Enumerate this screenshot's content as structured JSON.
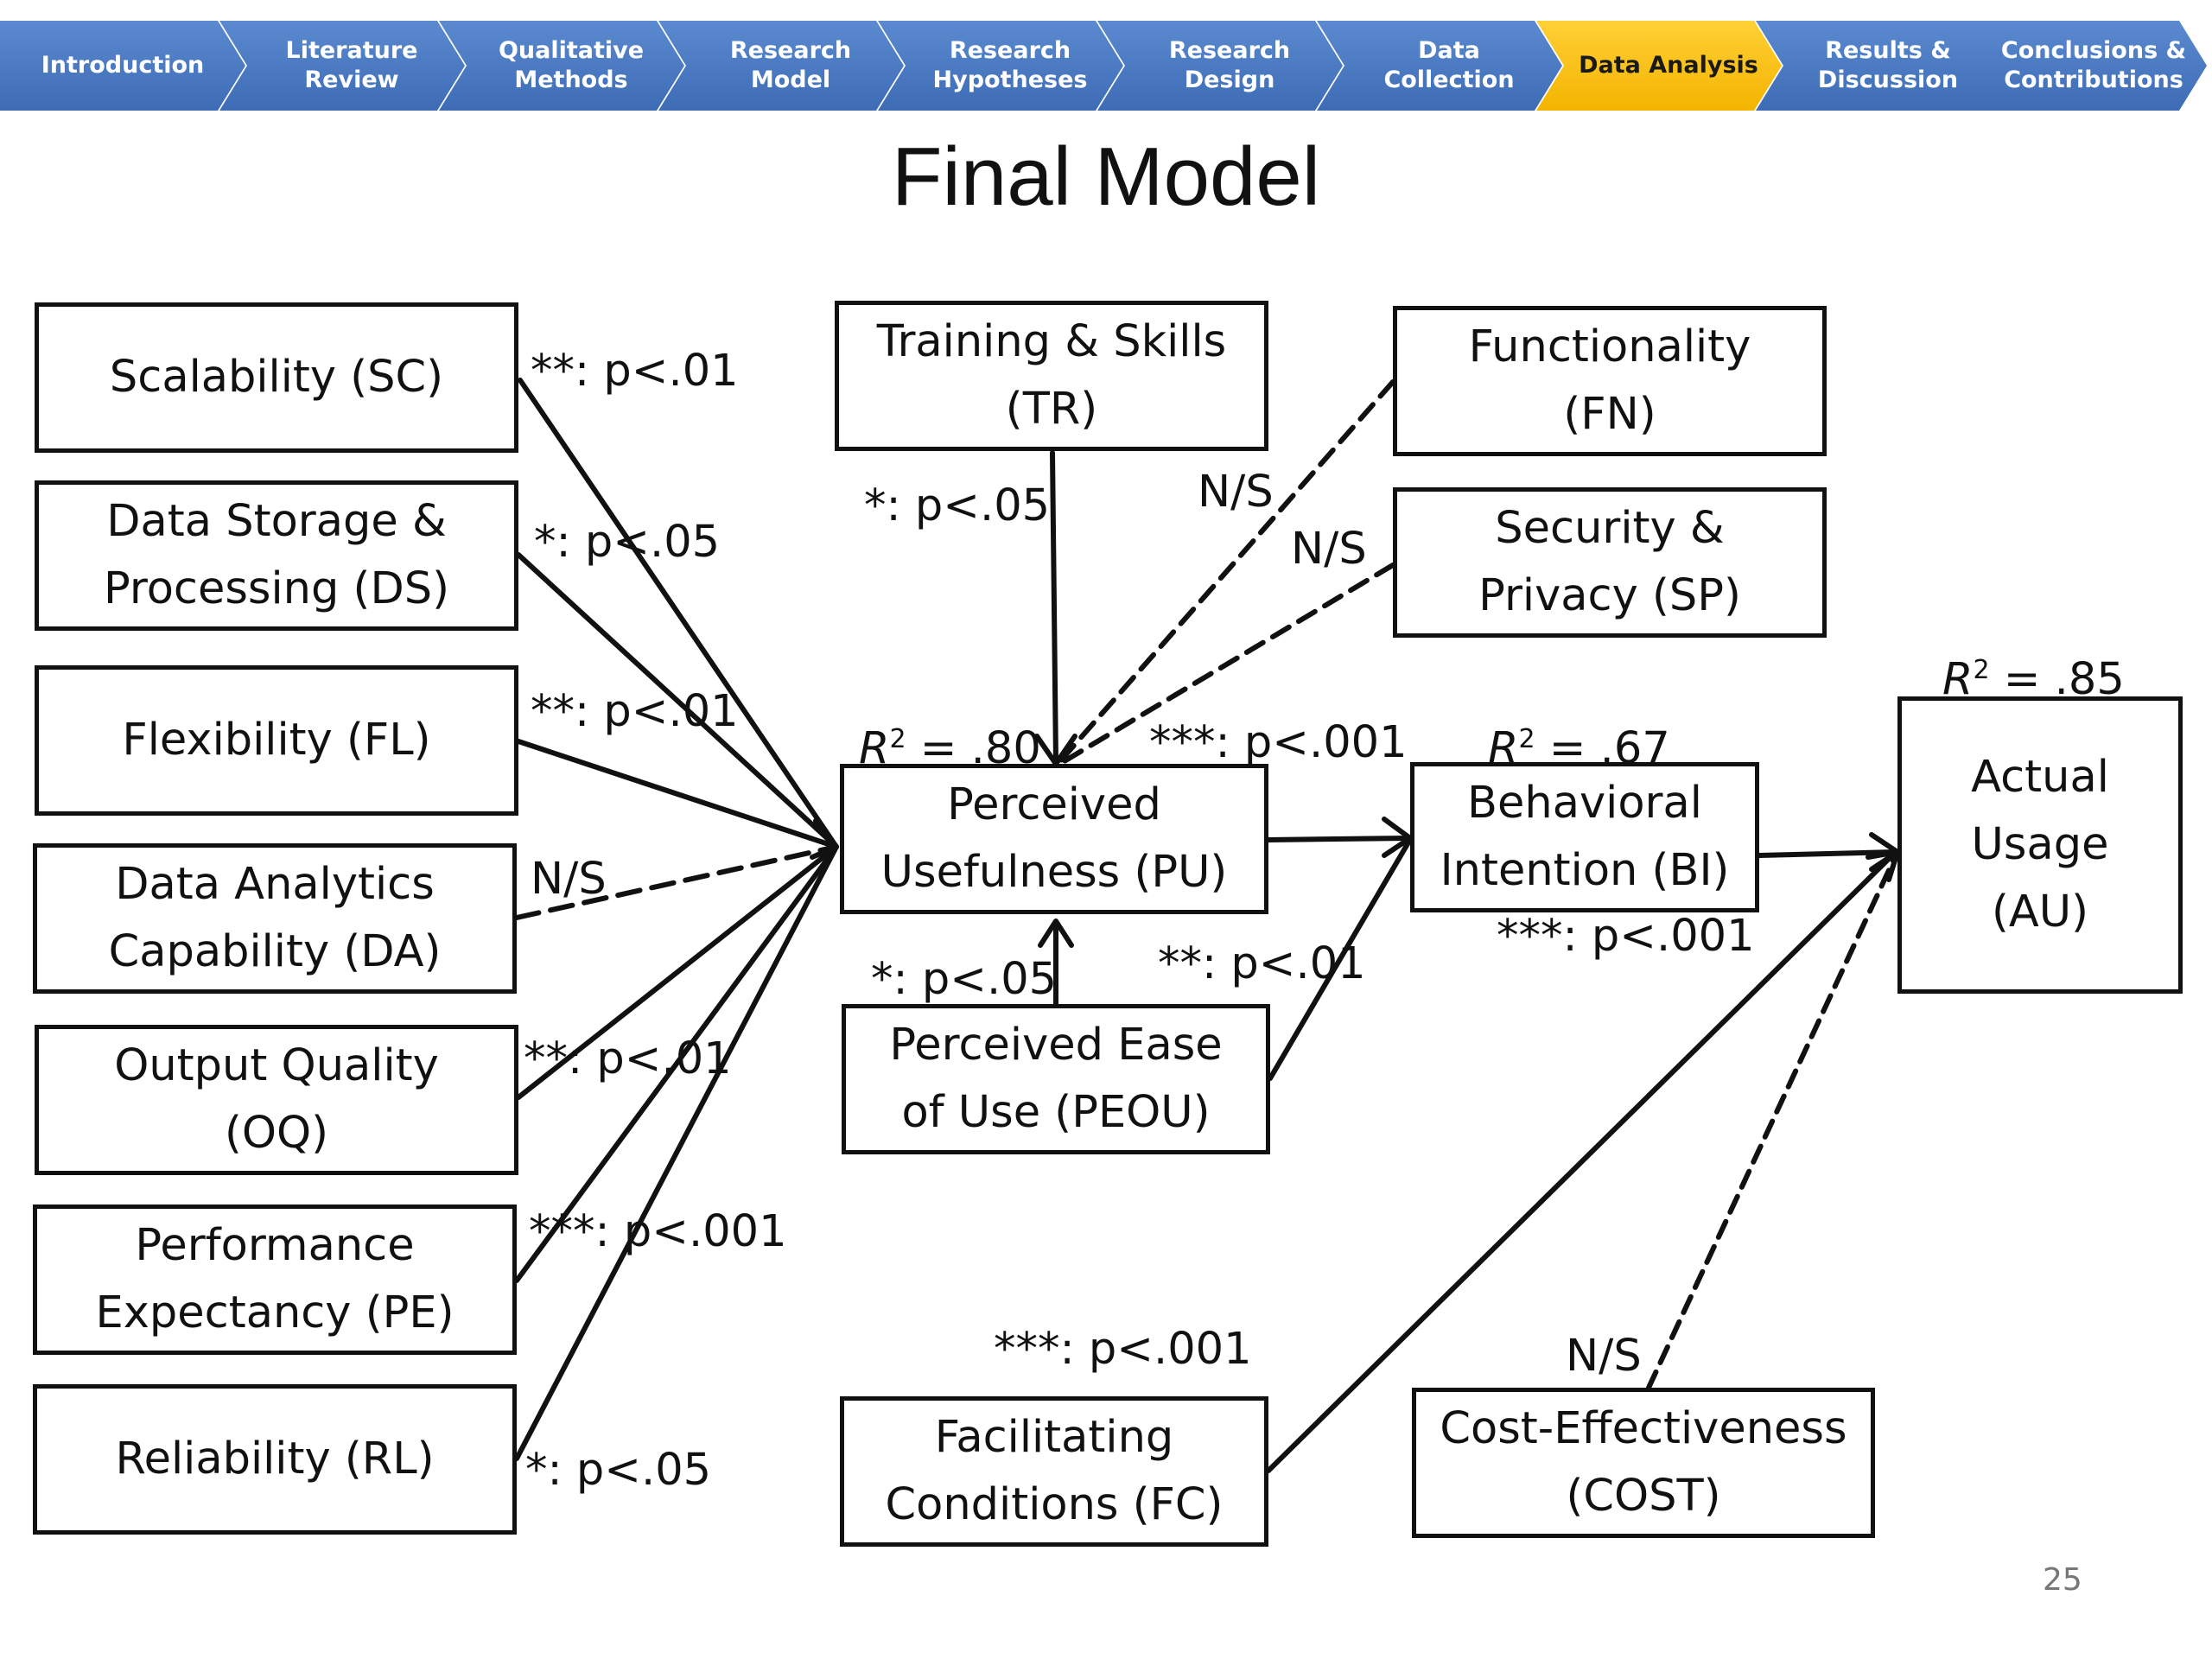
{
  "nav": {
    "steps": [
      {
        "label": "Introduction",
        "active": false
      },
      {
        "label": "Literature\nReview",
        "active": false
      },
      {
        "label": "Qualitative\nMethods",
        "active": false
      },
      {
        "label": "Research\nModel",
        "active": false
      },
      {
        "label": "Research\nHypotheses",
        "active": false
      },
      {
        "label": "Research\nDesign",
        "active": false
      },
      {
        "label": "Data\nCollection",
        "active": false
      },
      {
        "label": "Data Analysis",
        "active": true
      },
      {
        "label": "Results &\nDiscussion",
        "active": false
      },
      {
        "label": "Conclusions &\nContributions",
        "active": false
      }
    ]
  },
  "title": "Final Model",
  "nodes": {
    "sc": "Scalability (SC)",
    "ds": "Data Storage &\nProcessing (DS)",
    "fl": "Flexibility (FL)",
    "da": "Data Analytics\nCapability (DA)",
    "oq": "Output Quality\n(OQ)",
    "pe": "Performance\nExpectancy (PE)",
    "rl": "Reliability (RL)",
    "tr": "Training & Skills\n(TR)",
    "fn": "Functionality\n(FN)",
    "sp": "Security &\nPrivacy (SP)",
    "pu": "Perceived\nUsefulness (PU)",
    "peou": "Perceived Ease\nof Use (PEOU)",
    "bi": "Behavioral\nIntention (BI)",
    "au": "Actual\nUsage\n(AU)",
    "fc": "Facilitating\nConditions (FC)",
    "cost": "Cost-Effectiveness\n(COST)"
  },
  "path_labels": {
    "sc_pu": "**: p<.01",
    "ds_pu": "*: p<.05",
    "fl_pu": "**: p<.01",
    "da_pu": "N/S",
    "oq_pu": "**: p<.01",
    "pe_pu": "***: p<.001",
    "rl_pu": "*: p<.05",
    "tr_pu": "*: p<.05",
    "fn_pu": "N/S",
    "sp_pu": "N/S",
    "pu_bi": "***: p<.001",
    "peou_pu": "*: p<.05",
    "peou_bi": "**: p<.01",
    "bi_au": "***: p<.001",
    "fc_au": "***: p<.001",
    "cost_au": "N/S"
  },
  "r_squared": {
    "pu": {
      "symbol": "R",
      "sup": "2",
      "value": " = .80"
    },
    "bi": {
      "symbol": "R",
      "sup": "2",
      "value": " = .67"
    },
    "au": {
      "symbol": "R",
      "sup": "2",
      "value": " = .85"
    }
  },
  "paths": [
    {
      "id": "sc_pu",
      "style": "solid"
    },
    {
      "id": "ds_pu",
      "style": "solid"
    },
    {
      "id": "fl_pu",
      "style": "solid"
    },
    {
      "id": "da_pu",
      "style": "dashed"
    },
    {
      "id": "oq_pu",
      "style": "solid"
    },
    {
      "id": "pe_pu",
      "style": "solid"
    },
    {
      "id": "rl_pu",
      "style": "solid"
    },
    {
      "id": "tr_pu",
      "style": "solid"
    },
    {
      "id": "fn_pu",
      "style": "dashed"
    },
    {
      "id": "sp_pu",
      "style": "dashed"
    },
    {
      "id": "peou_pu",
      "style": "solid"
    },
    {
      "id": "pu_bi",
      "style": "solid"
    },
    {
      "id": "peou_bi",
      "style": "solid"
    },
    {
      "id": "bi_au",
      "style": "solid"
    },
    {
      "id": "fc_au",
      "style": "solid"
    },
    {
      "id": "cost_au",
      "style": "dashed"
    }
  ],
  "page_number": "25"
}
